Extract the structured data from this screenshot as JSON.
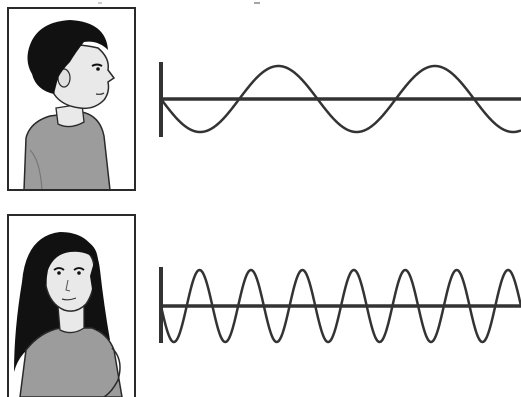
{
  "rows": [
    {
      "person": "boy",
      "portrait_icon": "boy-portrait-icon",
      "wave": {
        "relative_frequency": 1,
        "cycles_visible": 2.3
      }
    },
    {
      "person": "girl",
      "portrait_icon": "girl-portrait-icon",
      "wave": {
        "relative_frequency": 3,
        "cycles_visible": 7
      }
    }
  ],
  "colors": {
    "outline": "#2a2a2a",
    "skin": "#e9e9e9",
    "hair": "#111111",
    "shirt": "#9c9c9c",
    "wave": "#333333"
  }
}
